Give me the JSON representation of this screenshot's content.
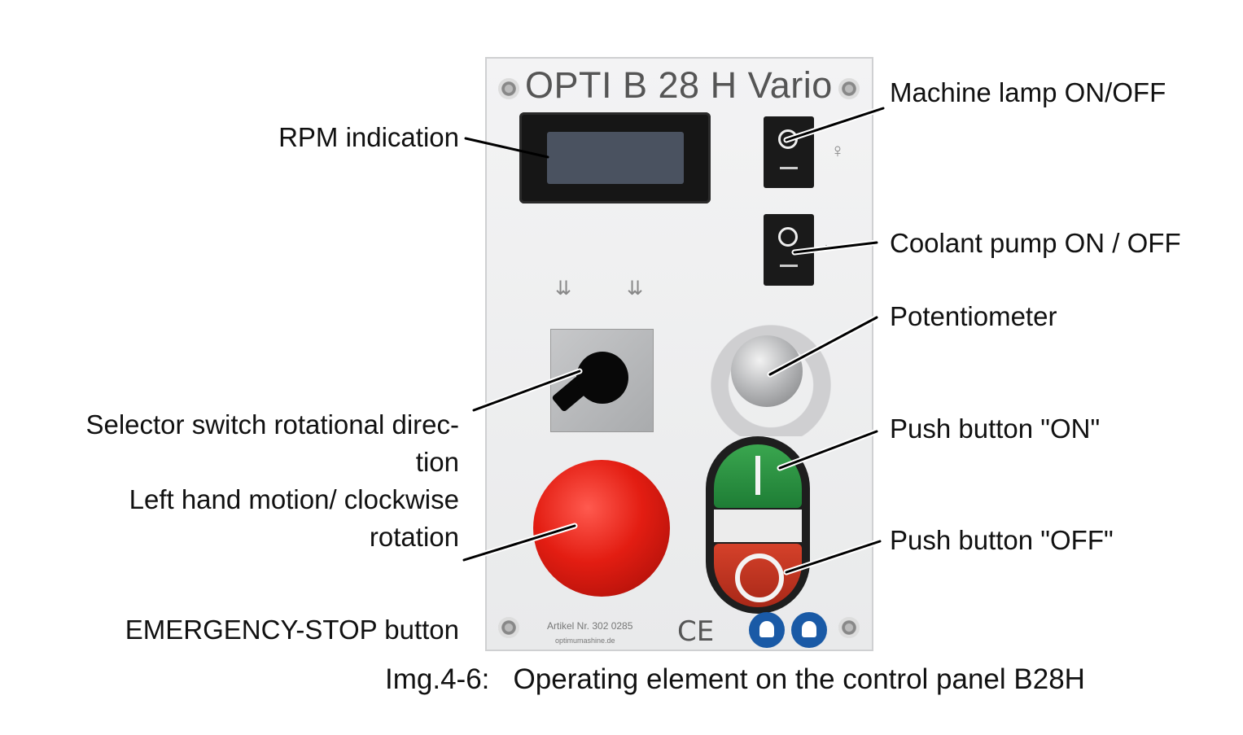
{
  "panel": {
    "title": "OPTI B 28 H Vario",
    "article_text": "Artikel Nr.  302 0285",
    "website_text": "optimumashine.de",
    "ce_mark": "CE"
  },
  "labels": {
    "rpm": "RPM indication",
    "selector_line1": "Selector switch rotational direc-",
    "selector_line2": "tion",
    "selector_line3": "Left hand motion/ clockwise",
    "selector_line4": "rotation",
    "estop": "EMERGENCY-STOP  button",
    "lamp": "Machine lamp ON/OFF",
    "coolant": "Coolant pump ON / OFF",
    "pot": "Potentiometer",
    "on": "Push button \"ON\"",
    "off": "Push button \"OFF\""
  },
  "caption": "Img.4-6:   Operating element on the control panel B28H",
  "icons": [
    "screw-icon",
    "lamp-icon",
    "coolant-icon",
    "rotation-left-icon",
    "rotation-right-icon",
    "face-protection-sign-icon",
    "ear-protection-sign-icon"
  ],
  "colors": {
    "estop": "#e31d12",
    "on_button": "#2e9a45",
    "off_button": "#c8361f",
    "mandatory_sign": "#1a5aa6"
  }
}
